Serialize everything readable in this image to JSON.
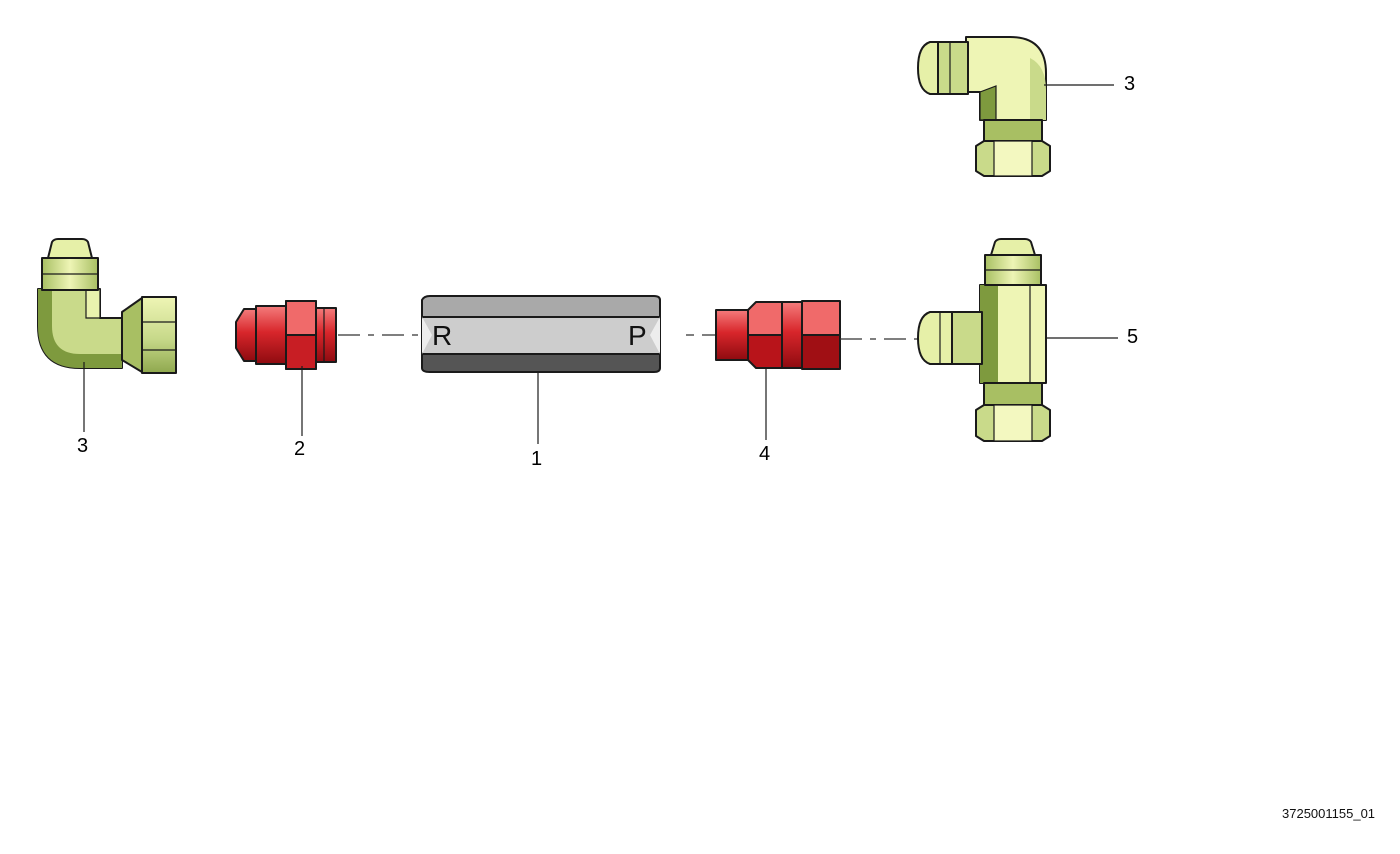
{
  "diagram": {
    "callouts": {
      "elbow_left": "3",
      "adapter_red": "2",
      "valve_body": "1",
      "union_red": "4",
      "elbow_top": "3",
      "tee": "5"
    },
    "valve_ports": {
      "left": "R",
      "right": "P"
    },
    "document_id": "3725001155_01",
    "colors": {
      "fitting_light": "#F3F8C0",
      "fitting_mid": "#C9DA8A",
      "fitting_dark": "#7E9A3E",
      "red_light": "#F06A6A",
      "red_mid": "#D8262B",
      "red_dark": "#9E0F14",
      "valve_light": "#BDBDBD",
      "valve_dark": "#555555"
    }
  }
}
